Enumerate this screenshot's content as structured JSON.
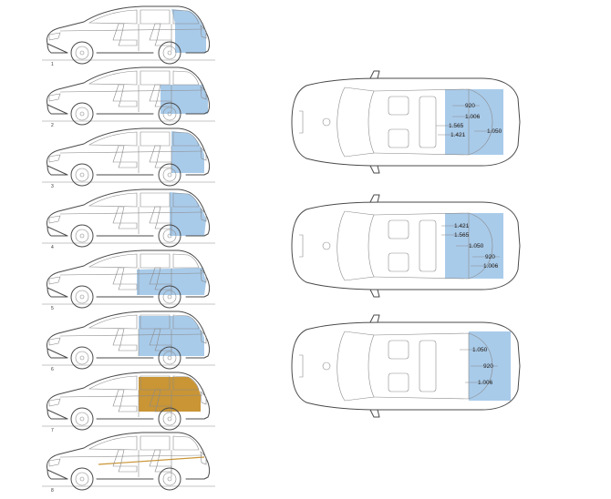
{
  "colors": {
    "cargo": "#a9cbea",
    "highlight": "#c99535",
    "line": "#4a4a4a"
  },
  "side_views": [
    {
      "label": "1",
      "cargo": "blue"
    },
    {
      "label": "2",
      "cargo": "blue"
    },
    {
      "label": "3",
      "cargo": "blue"
    },
    {
      "label": "4",
      "cargo": "blue"
    },
    {
      "label": "5",
      "cargo": "blue"
    },
    {
      "label": "6",
      "cargo": "blue"
    },
    {
      "label": "7",
      "cargo": "orange"
    },
    {
      "label": "8",
      "cargo": "line"
    }
  ],
  "top_views": [
    {
      "dims": [
        "920",
        "1.006",
        "1.565",
        "1.421",
        "1.050"
      ]
    },
    {
      "dims": [
        "1.421",
        "1.565",
        "1.050",
        "920",
        "1.006"
      ]
    },
    {
      "dims": [
        "1.050",
        "920",
        "1.006"
      ]
    }
  ]
}
